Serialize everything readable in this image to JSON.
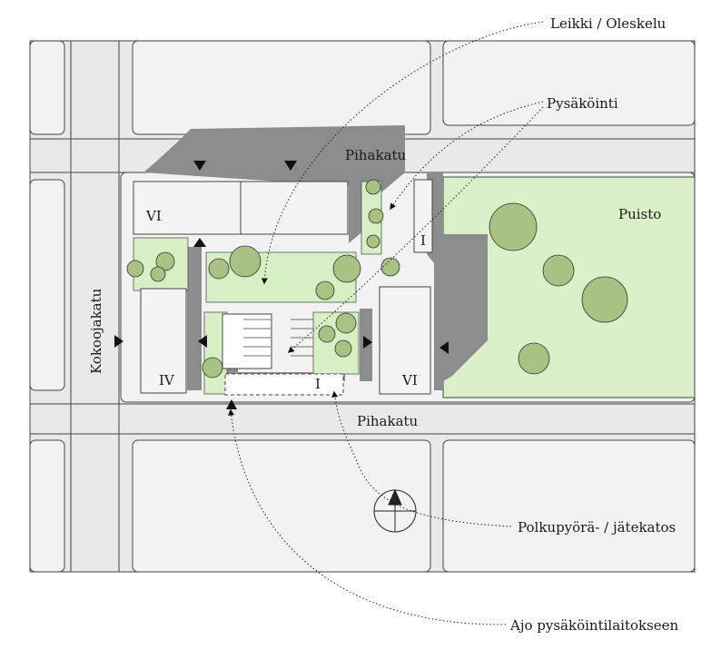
{
  "callouts": {
    "play": "Leikki / Oleskelu",
    "parking": "Pysäköinti",
    "bike_waste": "Polkupyörä- / jätekatos",
    "drive": "Ajo pysäköintilaitokseen"
  },
  "streets": {
    "pihakatu_north": "Pihakatu",
    "pihakatu_south": "Pihakatu",
    "kokoojakatu": "Kokoojakatu"
  },
  "park": "Puisto",
  "buildings": {
    "north_block": "VI",
    "west_block": "IV",
    "east_block": "VI",
    "carport": "I",
    "small_east": "I"
  },
  "colors": {
    "street": "#ececec",
    "block": "#efefef",
    "green": "#d6efc4",
    "shadow": "#8c8c8c",
    "tree": "#a7c283"
  }
}
